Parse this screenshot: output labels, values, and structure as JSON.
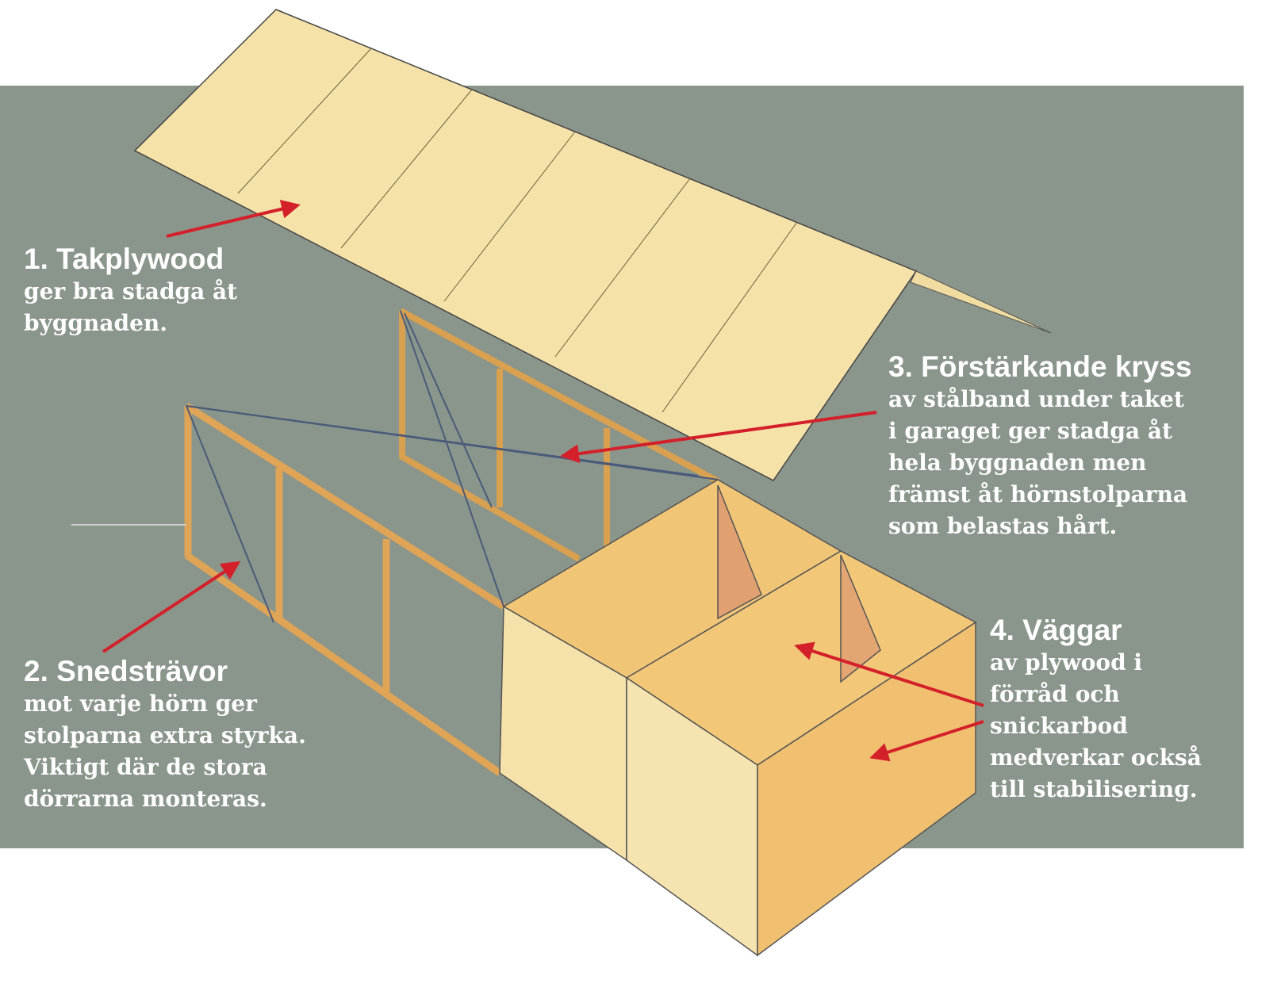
{
  "labels": [
    {
      "title": "1. Takplywood",
      "lines": [
        "ger bra stadga åt",
        "byggnaden."
      ]
    },
    {
      "title": "2. Snedsträvor",
      "lines": [
        "mot varje hörn ger",
        "stolparna extra styrka.",
        "Viktigt där de stora",
        "dörrarna monteras."
      ]
    },
    {
      "title": "3. Förstärkande kryss",
      "lines": [
        "av stålband under taket",
        "i garaget ger stadga åt",
        "hela byggnaden men",
        "främst åt hörnstolparna",
        "som belastas hårt."
      ]
    },
    {
      "title": "4. Väggar",
      "lines": [
        "av plywood i",
        "förråd och",
        "snickarbod",
        "medverkar också",
        "till stabilisering."
      ]
    }
  ],
  "colors": {
    "background": "#8a958b",
    "arrow": "#d4202a",
    "wood": "#f3dfa0",
    "wood_dark": "#e8b865"
  }
}
